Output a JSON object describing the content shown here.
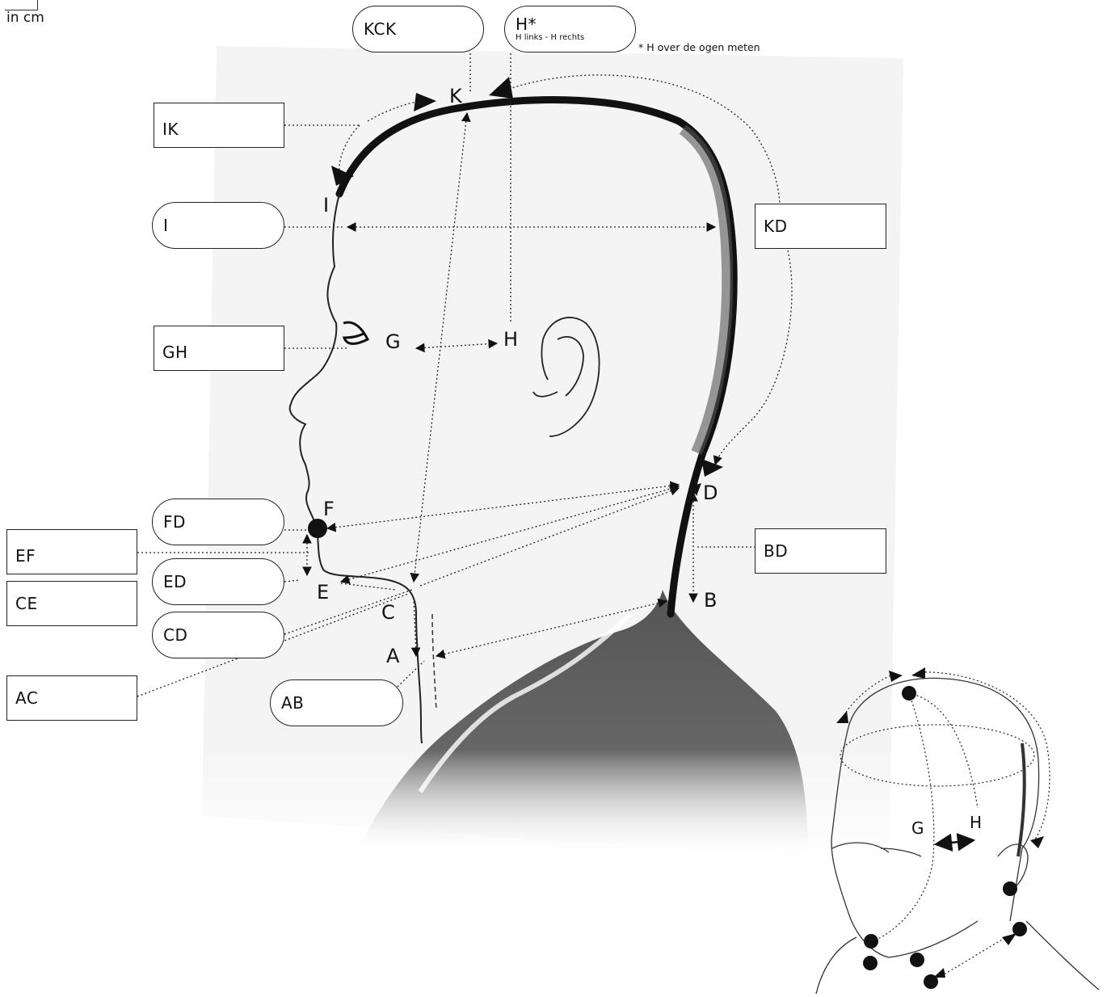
{
  "unit_label": "in cm",
  "note": "* H over de ogen meten",
  "fields": {
    "KCK": "KCK",
    "H": "H*",
    "H_sub": "H links - H rechts",
    "IK": "IK",
    "I": "I",
    "KD": "KD",
    "GH": "GH",
    "FD": "FD",
    "EF": "EF",
    "ED": "ED",
    "CE": "CE",
    "CD": "CD",
    "BD": "BD",
    "AC": "AC",
    "AB": "AB"
  },
  "points": {
    "K": "K",
    "I": "I",
    "G": "G",
    "H": "H",
    "F": "F",
    "D": "D",
    "E": "E",
    "C": "C",
    "B": "B",
    "A": "A"
  },
  "inset_points": {
    "G": "G",
    "H": "H"
  }
}
